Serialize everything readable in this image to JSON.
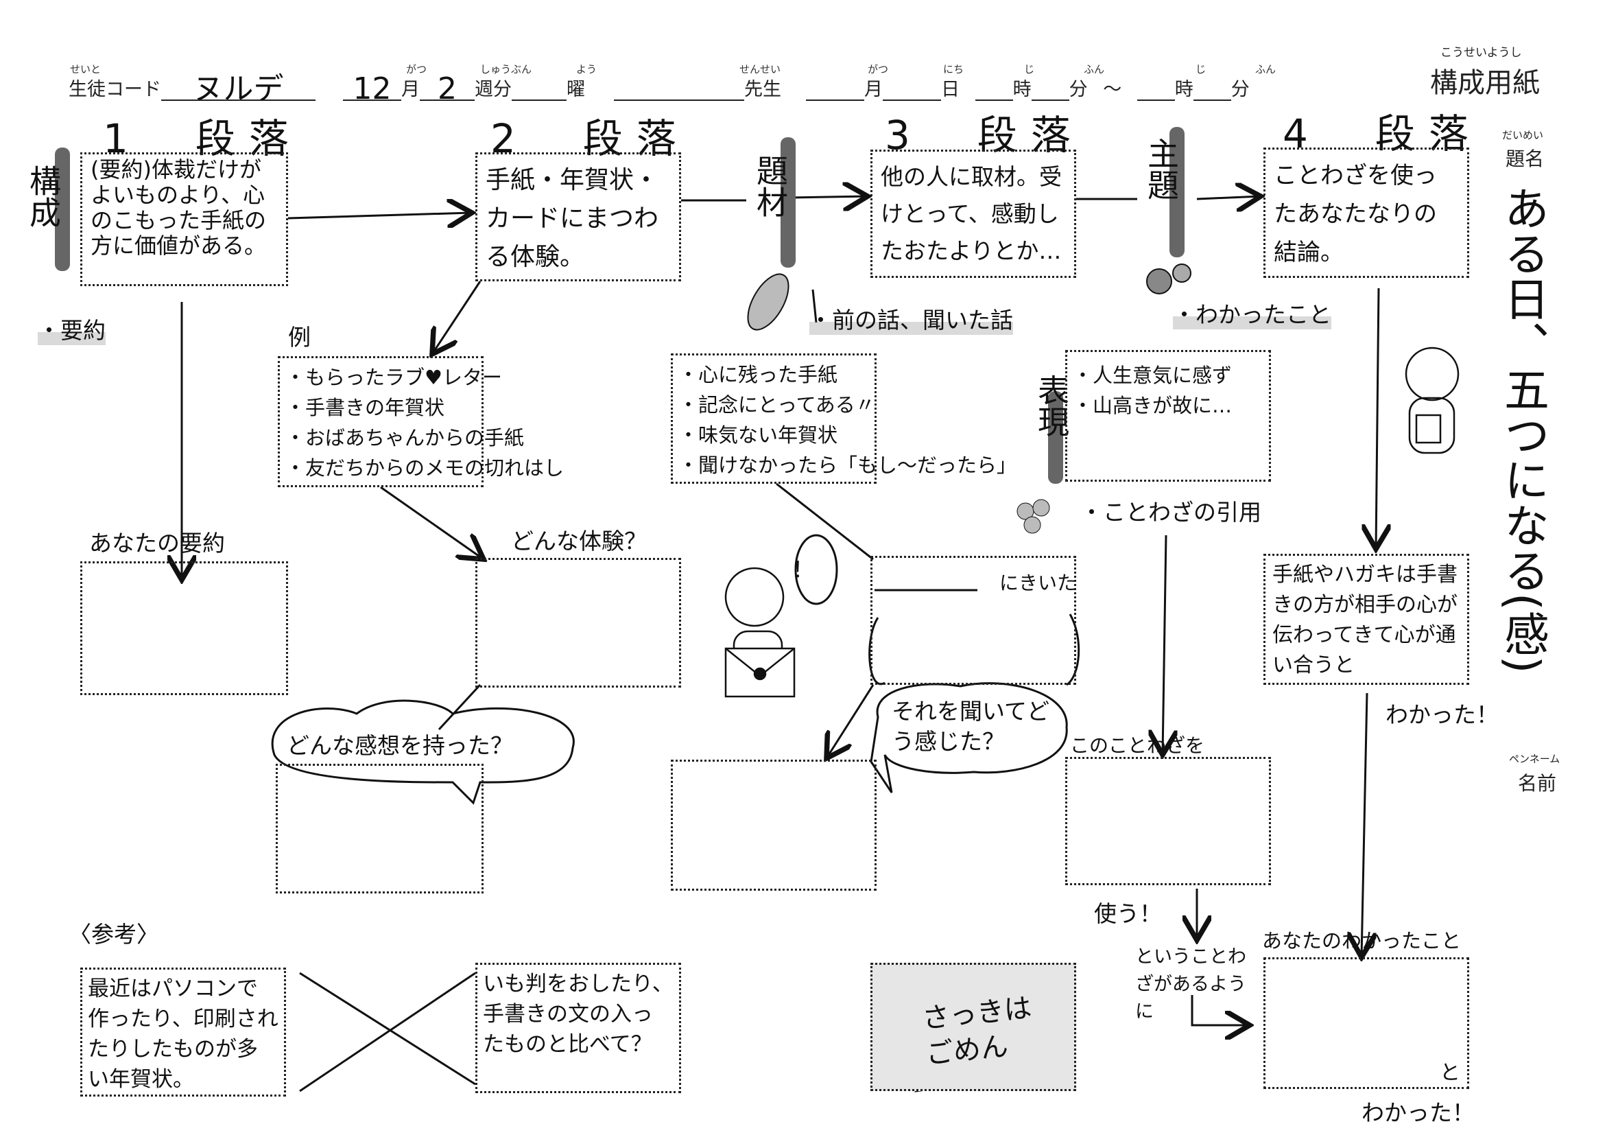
{
  "header": {
    "student_code_ruby": "せいと",
    "student_code_label": "生徒コード",
    "student_code_value": "ヌルデ",
    "month_value": "12",
    "month_ruby": "がつ",
    "month_label": "月",
    "week_value": "2",
    "week_ruby": "しゅうぶん",
    "week_label": "週分",
    "day_ruby": "よう",
    "day_label": "曜",
    "teacher_ruby": "せんせい",
    "teacher_label": "先生",
    "date_month_ruby": "がつ",
    "date_month_label": "月",
    "date_day_ruby": "にち",
    "date_day_label": "日",
    "hour_ruby": "じ",
    "hour_label": "時",
    "minute_ruby": "ふん",
    "minute_label": "分",
    "tilde": "～",
    "sheet_title_ruby": "こうせいようし",
    "sheet_title": "構成用紙"
  },
  "sidebar": {
    "title_ruby": "だいめい",
    "title_label": "題名",
    "title_value": "ある日、五つになる(感)",
    "penname_ruby": "ペンネーム",
    "penname_label": "名前"
  },
  "paragraphs": [
    {
      "heading": "1　段落",
      "text": "(要約)体裁だけがよいものより、心のこもった手紙の方に価値がある。"
    },
    {
      "heading": "2　段落",
      "text": "手紙・年賀状・カードにまつわる体験。"
    },
    {
      "heading": "3　段落",
      "text": "他の人に取材。受けとって、感動したおたよりとか…"
    },
    {
      "heading": "4　段落",
      "text": "ことわざを使ったあなたなりの結論。"
    }
  ],
  "side_labels": {
    "kousei": "構成",
    "daizai": "題材",
    "shudai": "主題",
    "hyougen": "表現"
  },
  "notes": {
    "youyaku": "・要約",
    "rei": "例",
    "mae_no_hanashi": "・前の話、聞いた話",
    "wakatta_koto": "・わかったこと",
    "kotowaza_inyou": "・ことわざの引用"
  },
  "examples_p2": [
    "・もらったラブ♥レター",
    "・手書きの年賀状",
    "・おばあちゃんからの手紙",
    "・友だちからのメモの切れはし"
  ],
  "examples_p3": [
    "・心に残った手紙",
    "・記念にとってある〃",
    "・味気ない年賀状",
    "・聞けなかったら「もし〜だったら」"
  ],
  "expressions": [
    "・人生意気に感ず",
    "・山高きが故に…"
  ],
  "conclusion_text": "手紙やハガキは手書きの方が相手の心が伝わってきて心が通い合うと",
  "prompts": {
    "anata_no_youyaku": "あなたの要約",
    "donna_taiken": "どんな体験？",
    "ni_kiita": "にきいた",
    "donna_kansou": "どんな感想を持った？",
    "kiite_dou": "それを聞いてどう感じた？",
    "kono_kotowaza": "このことわざを",
    "tsukau": "使う！",
    "toiu_kotowaza": "ということわざがあるように",
    "anata_no_wakatta": "あなたのわかったこと",
    "wakatta_1": "わかった！",
    "to": "と",
    "wakatta_2": "わかった！",
    "exclaim": "！"
  },
  "reference": {
    "label": "〈参考〉",
    "left": "最近はパソコンで作ったり、印刷されたりしたものが多い年賀状。",
    "right": "いも判をおしたり、手書きの文の入ったものと比べて？"
  },
  "sticker_text": "さっきはごめん"
}
